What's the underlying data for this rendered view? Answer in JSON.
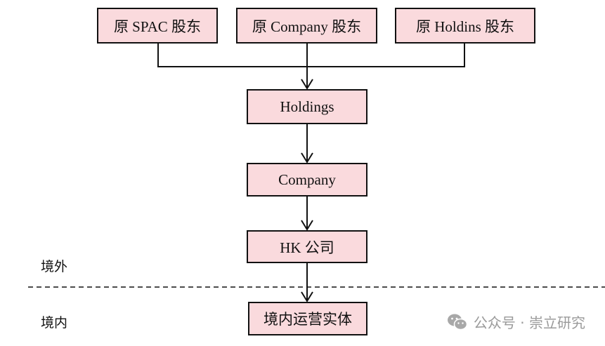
{
  "nodes": {
    "spac_holders": "原 SPAC 股东",
    "company_holders": "原 Company 股东",
    "holdins_holders": "原 Holdins 股东",
    "holdings": "Holdings",
    "company": "Company",
    "hk_company": "HK 公司",
    "domestic_entity": "境内运营实体"
  },
  "regions": {
    "offshore": "境外",
    "onshore": "境内"
  },
  "watermark": {
    "text": "公众号 · 崇立研究",
    "icon": "wechat-icon"
  },
  "colors": {
    "box_fill": "#fadadd",
    "line": "#111111"
  }
}
